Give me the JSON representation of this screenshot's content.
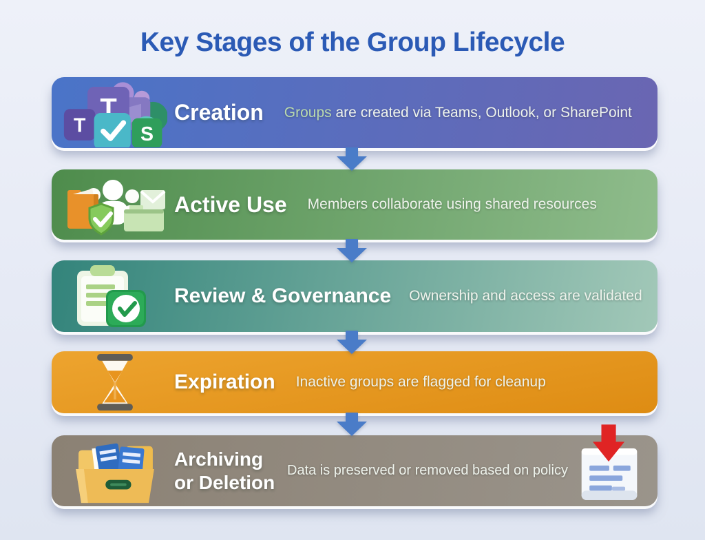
{
  "title": "Key Stages of the Group Lifecycle",
  "title_color": "#2b5ab5",
  "background_color": "#e8ecf7",
  "flow_arrow": {
    "color": "#4a7cc8",
    "direction": "down"
  },
  "stages": [
    {
      "title": "Creation",
      "desc_highlight": "Groups",
      "desc_rest": " are created via Teams, Outlook, or SharePoint",
      "desc_highlight_color": "#b9d9ae",
      "icon": "microsoft-apps-icon",
      "icon_letters": [
        "T",
        "T",
        "S"
      ],
      "colors": {
        "from": "#4a74c8",
        "to": "#6a66b2"
      }
    },
    {
      "title": "Active Use",
      "desc": "Members collaborate using shared resources",
      "icon": "collaboration-icon",
      "colors": {
        "from": "#4e8c4c",
        "to": "#8fbc8c"
      }
    },
    {
      "title": "Review & Governance",
      "desc": "Ownership and access are validated",
      "icon": "clipboard-check-icon",
      "colors": {
        "from": "#33847b",
        "to": "#a2c8b8"
      }
    },
    {
      "title": "Expiration",
      "desc": "Inactive groups are flagged for cleanup",
      "icon": "hourglass-icon",
      "colors": {
        "from": "#eda42f",
        "to": "#de8c13"
      }
    },
    {
      "title": "Archiving or Deletion",
      "desc": "Data is preserved or removed based on policy",
      "icon": "archive-box-icon",
      "doc_arrow_color": "#e02424",
      "colors": {
        "from": "#8b8174",
        "to": "#9a948b"
      }
    }
  ]
}
